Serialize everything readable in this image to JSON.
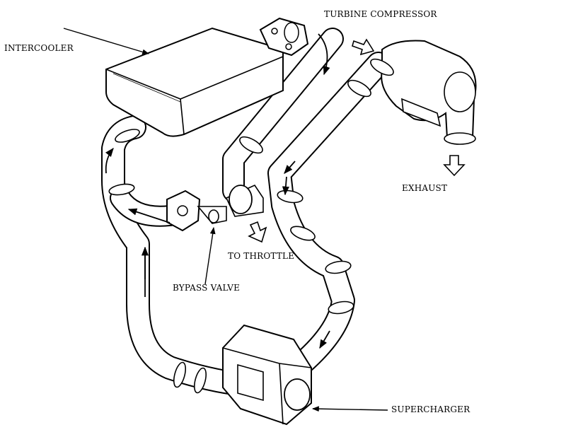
{
  "labels": {
    "intercooler": "INTERCOOLER",
    "turbine_compressor": "TURBINE COMPRESSOR",
    "exhaust": "EXHAUST",
    "to_throttle": "TO THROTTLE",
    "bypass_valve": "BYPASS VALVE",
    "supercharger": "SUPERCHARGER"
  },
  "colors": {
    "line": "#000000",
    "background": "#ffffff"
  }
}
